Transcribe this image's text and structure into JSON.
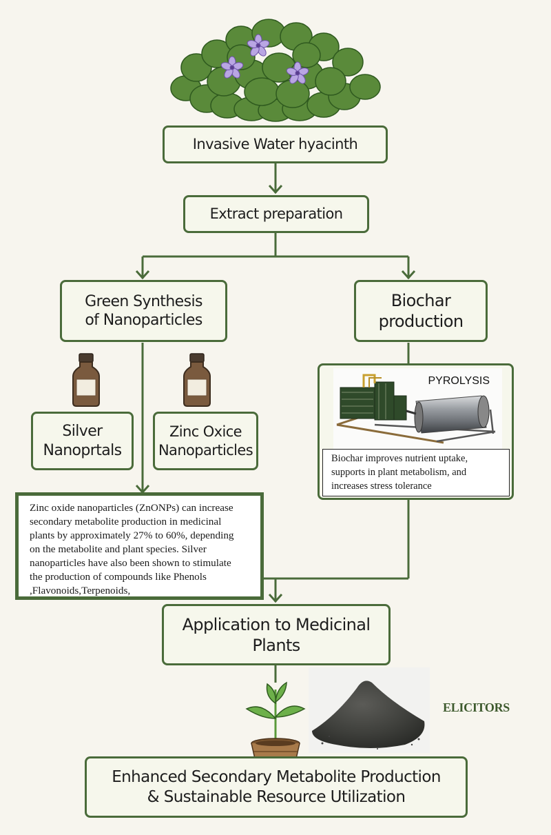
{
  "diagram": {
    "nodes": {
      "source": {
        "label": "Invasive Water hyacinth"
      },
      "extract": {
        "label": "Extract preparation"
      },
      "green_synthesis": {
        "line1": "Green Synthesis",
        "line2": "of Nanoparticles"
      },
      "biochar": {
        "line1": "Biochar",
        "line2": "production"
      },
      "silver": {
        "line1": "Silver",
        "line2": "Nanoprtals"
      },
      "zinc": {
        "line1": "Zinc Oxice",
        "line2": "Nanoparticles"
      },
      "application": {
        "line1": "Application to Medicinal",
        "line2": "Plants"
      },
      "outcome": {
        "line1": "Enhanced Secondary Metabolite Production",
        "line2": "& Sustainable Resource Utilization"
      }
    },
    "pyrolysis": {
      "label": "PYROLYSIS",
      "note_lines": [
        "Biochar improves nutrient uptake,",
        "supports in plant metabolism, and",
        "increases stress tolerance"
      ]
    },
    "nanoparticle_note_lines": [
      "Zinc oxide nanoparticles (ZnONPs) can increase",
      "secondary metabolite production in medicinal",
      "plants by approximately 27% to 60%, depending",
      "on the metabolite and plant species. Silver",
      "nanoparticles have also been shown to stimulate",
      "the production of compounds like Phenols",
      ",Flavonoids,Terpenoids,"
    ],
    "elicitors_label": "ELICITORS",
    "illustrations": {
      "plant_top": "water-hyacinth-illustration",
      "bottle": "reagent-bottle-icon",
      "machine": "pyrolysis-reactor-image",
      "seedling": "potted-seedling-illustration",
      "powder": "biochar-powder-pile-image"
    },
    "colors": {
      "border": "#4a6b3a",
      "background": "#f7f5ee",
      "node_fill": "#f6f7ec",
      "elicitors_text": "#3e5a2e",
      "flower": "#9b86c9"
    }
  }
}
